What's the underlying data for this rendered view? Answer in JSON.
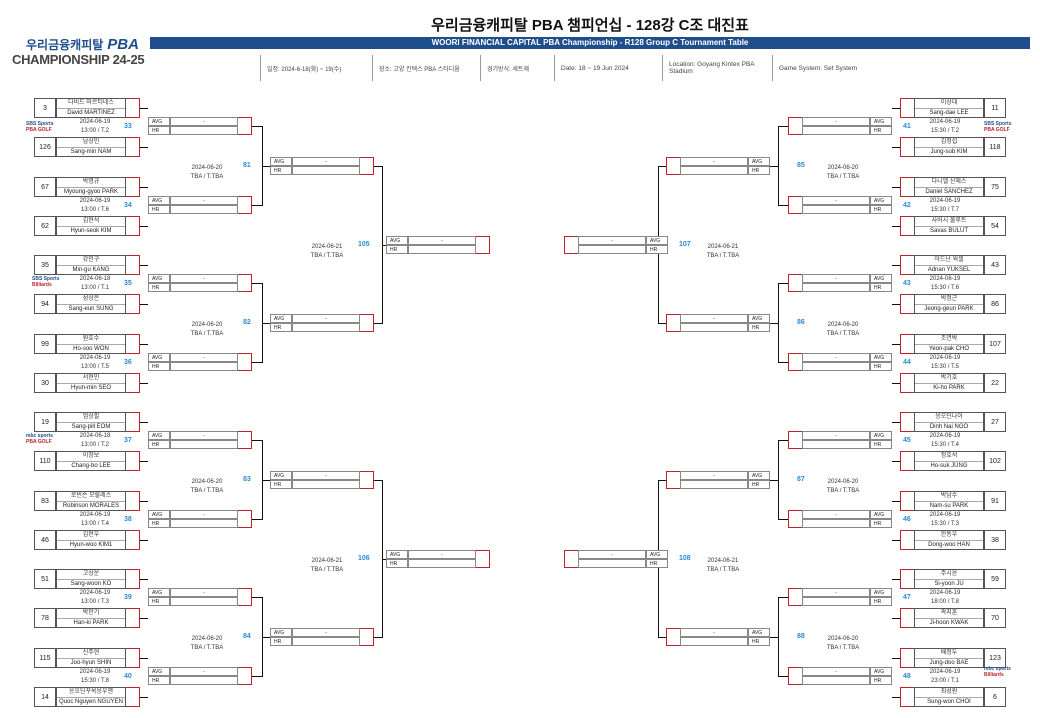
{
  "header": {
    "title": "우리금융캐피탈 PBA 챔피언십 - 128강 C조 대진표",
    "subtitle": "WOORI FINANCIAL CAPITAL PBA Championship - R128 Group C Tournament Table",
    "logo_text": "우리금융캐피탈",
    "logo_brand": "PBA",
    "logo_sub": "CHAMPIONSHIP 24-25",
    "info": [
      "일정: 2024-6-18(화) ~ 19(수)",
      "장소: 고양 킨텍스 PBA 스타디움",
      "경기방식: 세트제",
      "Date: 18 ~ 19 Jun 2024",
      "Location: Goyang Kintex PBA Stadium",
      "Game System: Set System"
    ]
  },
  "labels": {
    "avg": "AVG",
    "hr": "HR",
    "dash": "-"
  },
  "broadcast": {
    "sbs": "SBS Sports",
    "pba": "PBA GOLF",
    "billiards": "Billiards",
    "mbc": "mbc sports"
  },
  "left_matches": [
    {
      "num": "33",
      "info": [
        "2024-06-19",
        "13:00 / T.2"
      ],
      "p1": {
        "seed": "3",
        "ko": "다비드 마르티네스",
        "en": "David MARTINEZ"
      },
      "p2": {
        "seed": "126",
        "ko": "남상민",
        "en": "Sang-min NAM"
      }
    },
    {
      "num": "34",
      "info": [
        "2024-06-19",
        "13:00 / T.6"
      ],
      "p1": {
        "seed": "67",
        "ko": "박명규",
        "en": "Myoung-gyoo PARK"
      },
      "p2": {
        "seed": "62",
        "ko": "김현석",
        "en": "Hyun-seok KIM"
      }
    },
    {
      "num": "35",
      "info": [
        "2024-06-18",
        "13:00 / T.1"
      ],
      "p1": {
        "seed": "35",
        "ko": "강민구",
        "en": "Min-gu KANG"
      },
      "p2": {
        "seed": "94",
        "ko": "성상은",
        "en": "Sang-eun SUNG"
      }
    },
    {
      "num": "36",
      "info": [
        "2024-06-19",
        "13:00 / T.5"
      ],
      "p1": {
        "seed": "99",
        "ko": "원호수",
        "en": "Ho-soo WON"
      },
      "p2": {
        "seed": "30",
        "ko": "서현민",
        "en": "Hyun-min SEO"
      }
    },
    {
      "num": "37",
      "info": [
        "2024-06-18",
        "13:00 / T.2"
      ],
      "p1": {
        "seed": "19",
        "ko": "엄상필",
        "en": "Sang-pill EOM"
      },
      "p2": {
        "seed": "110",
        "ko": "이창보",
        "en": "Chang-bo LEE"
      }
    },
    {
      "num": "38",
      "info": [
        "2024-06-19",
        "13:00 / T.4"
      ],
      "p1": {
        "seed": "83",
        "ko": "로빈슨 모랄레스",
        "en": "Robinson MORALES"
      },
      "p2": {
        "seed": "46",
        "ko": "김현우",
        "en": "Hyun-woo KIM1"
      }
    },
    {
      "num": "39",
      "info": [
        "2024-06-19",
        "13:00 / T.3"
      ],
      "p1": {
        "seed": "51",
        "ko": "고상운",
        "en": "Sang-woon KO"
      },
      "p2": {
        "seed": "78",
        "ko": "박한기",
        "en": "Han-ki PARK"
      }
    },
    {
      "num": "40",
      "info": [
        "2024-06-19",
        "15:30 / T.8"
      ],
      "p1": {
        "seed": "115",
        "ko": "신주현",
        "en": "Joo-hyun SHIN"
      },
      "p2": {
        "seed": "14",
        "ko": "응오딘꾸옥응우옌",
        "en": "Quoc Nguyen NGUYEN"
      }
    }
  ],
  "right_matches": [
    {
      "num": "41",
      "info": [
        "2024-06-19",
        "15:30 / T.2"
      ],
      "p1": {
        "seed": "11",
        "ko": "이상대",
        "en": "Sang-dae LEE"
      },
      "p2": {
        "seed": "118",
        "ko": "김정섭",
        "en": "Jung-sub KIM"
      }
    },
    {
      "num": "42",
      "info": [
        "2024-06-19",
        "15:30 / T.7"
      ],
      "p1": {
        "seed": "75",
        "ko": "다니엘 산체스",
        "en": "Daniel SANCHEZ"
      },
      "p2": {
        "seed": "54",
        "ko": "사바시 불루트",
        "en": "Savas BULUT"
      }
    },
    {
      "num": "43",
      "info": [
        "2024-06-19",
        "15:30 / T.6"
      ],
      "p1": {
        "seed": "43",
        "ko": "아드난 윅셀",
        "en": "Adnan YUKSEL"
      },
      "p2": {
        "seed": "86",
        "ko": "박정근",
        "en": "Jeong-geun PARK"
      }
    },
    {
      "num": "44",
      "info": [
        "2024-06-19",
        "15:30 / T.5"
      ],
      "p1": {
        "seed": "107",
        "ko": "조연박",
        "en": "Yeon-pak CHO"
      },
      "p2": {
        "seed": "22",
        "ko": "박기호",
        "en": "Ki-ho PARK"
      }
    },
    {
      "num": "45",
      "info": [
        "2024-06-19",
        "15:30 / T.4"
      ],
      "p1": {
        "seed": "27",
        "ko": "응오딘나이",
        "en": "Dinh Nai NGO"
      },
      "p2": {
        "seed": "102",
        "ko": "정호석",
        "en": "Ho-suk JUNG"
      }
    },
    {
      "num": "46",
      "info": [
        "2024-06-19",
        "15:30 / T.3"
      ],
      "p1": {
        "seed": "91",
        "ko": "박남수",
        "en": "Nam-su PARK"
      },
      "p2": {
        "seed": "38",
        "ko": "한동우",
        "en": "Dong-woo HAN"
      }
    },
    {
      "num": "47",
      "info": [
        "2024-06-19",
        "18:00 / T.8"
      ],
      "p1": {
        "seed": "59",
        "ko": "주시윤",
        "en": "Si-yoon JU"
      },
      "p2": {
        "seed": "70",
        "ko": "곽지훈",
        "en": "Ji-hoon KWAK"
      }
    },
    {
      "num": "48",
      "info": [
        "2024-06-19",
        "23:00 / T.1"
      ],
      "p1": {
        "seed": "123",
        "ko": "배정두",
        "en": "Jung-doo BAE"
      },
      "p2": {
        "seed": "6",
        "ko": "최성원",
        "en": "Sung-won CHOI"
      }
    }
  ],
  "left_r2": [
    {
      "num": "81",
      "info": [
        "2024-06-20",
        "TBA / T.TBA"
      ]
    },
    {
      "num": "82",
      "info": [
        "2024-06-20",
        "TBA / T.TBA"
      ]
    },
    {
      "num": "83",
      "info": [
        "2024-06-20",
        "TBA / T.TBA"
      ]
    },
    {
      "num": "84",
      "info": [
        "2024-06-20",
        "TBA / T.TBA"
      ]
    }
  ],
  "right_r2": [
    {
      "num": "85",
      "info": [
        "2024-06-20",
        "TBA / T.TBA"
      ]
    },
    {
      "num": "86",
      "info": [
        "2024-06-20",
        "TBA / T.TBA"
      ]
    },
    {
      "num": "87",
      "info": [
        "2024-06-20",
        "TBA / T.TBA"
      ]
    },
    {
      "num": "88",
      "info": [
        "2024-06-20",
        "TBA / T.TBA"
      ]
    }
  ],
  "left_r3": [
    {
      "num": "105",
      "info": [
        "2024-06-21",
        "TBA / T.TBA"
      ]
    },
    {
      "num": "106",
      "info": [
        "2024-06-21",
        "TBA / T.TBA"
      ]
    }
  ],
  "right_r3": [
    {
      "num": "107",
      "info": [
        "2024-06-21",
        "TBA / T.TBA"
      ]
    },
    {
      "num": "108",
      "info": [
        "2024-06-21",
        "TBA / T.TBA"
      ]
    }
  ]
}
